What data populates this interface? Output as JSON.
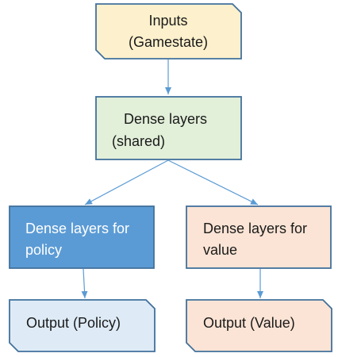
{
  "nodes": {
    "inputs": {
      "line1": "Inputs",
      "line2": "(Gamestate)",
      "fill": "#fdf0cc",
      "stroke": "#41719c"
    },
    "shared": {
      "line1": "Dense layers",
      "line2": "(shared)",
      "fill": "#e2efd9",
      "stroke": "#41719c"
    },
    "policy": {
      "line1": "Dense layers for",
      "line2": "policy",
      "fill": "#5b9bd5",
      "stroke": "#41719c",
      "text_color": "#ffffff"
    },
    "value": {
      "line1": "Dense layers for",
      "line2": "value",
      "fill": "#fbe4d5",
      "stroke": "#41719c"
    },
    "output_policy": {
      "label": "Output (Policy)",
      "fill": "#deebf6",
      "stroke": "#41719c"
    },
    "output_value": {
      "label": "Output (Value)",
      "fill": "#fbe4d5",
      "stroke": "#41719c"
    }
  },
  "connector_color": "#5b9bd5",
  "text_color": "#1a1a1a"
}
